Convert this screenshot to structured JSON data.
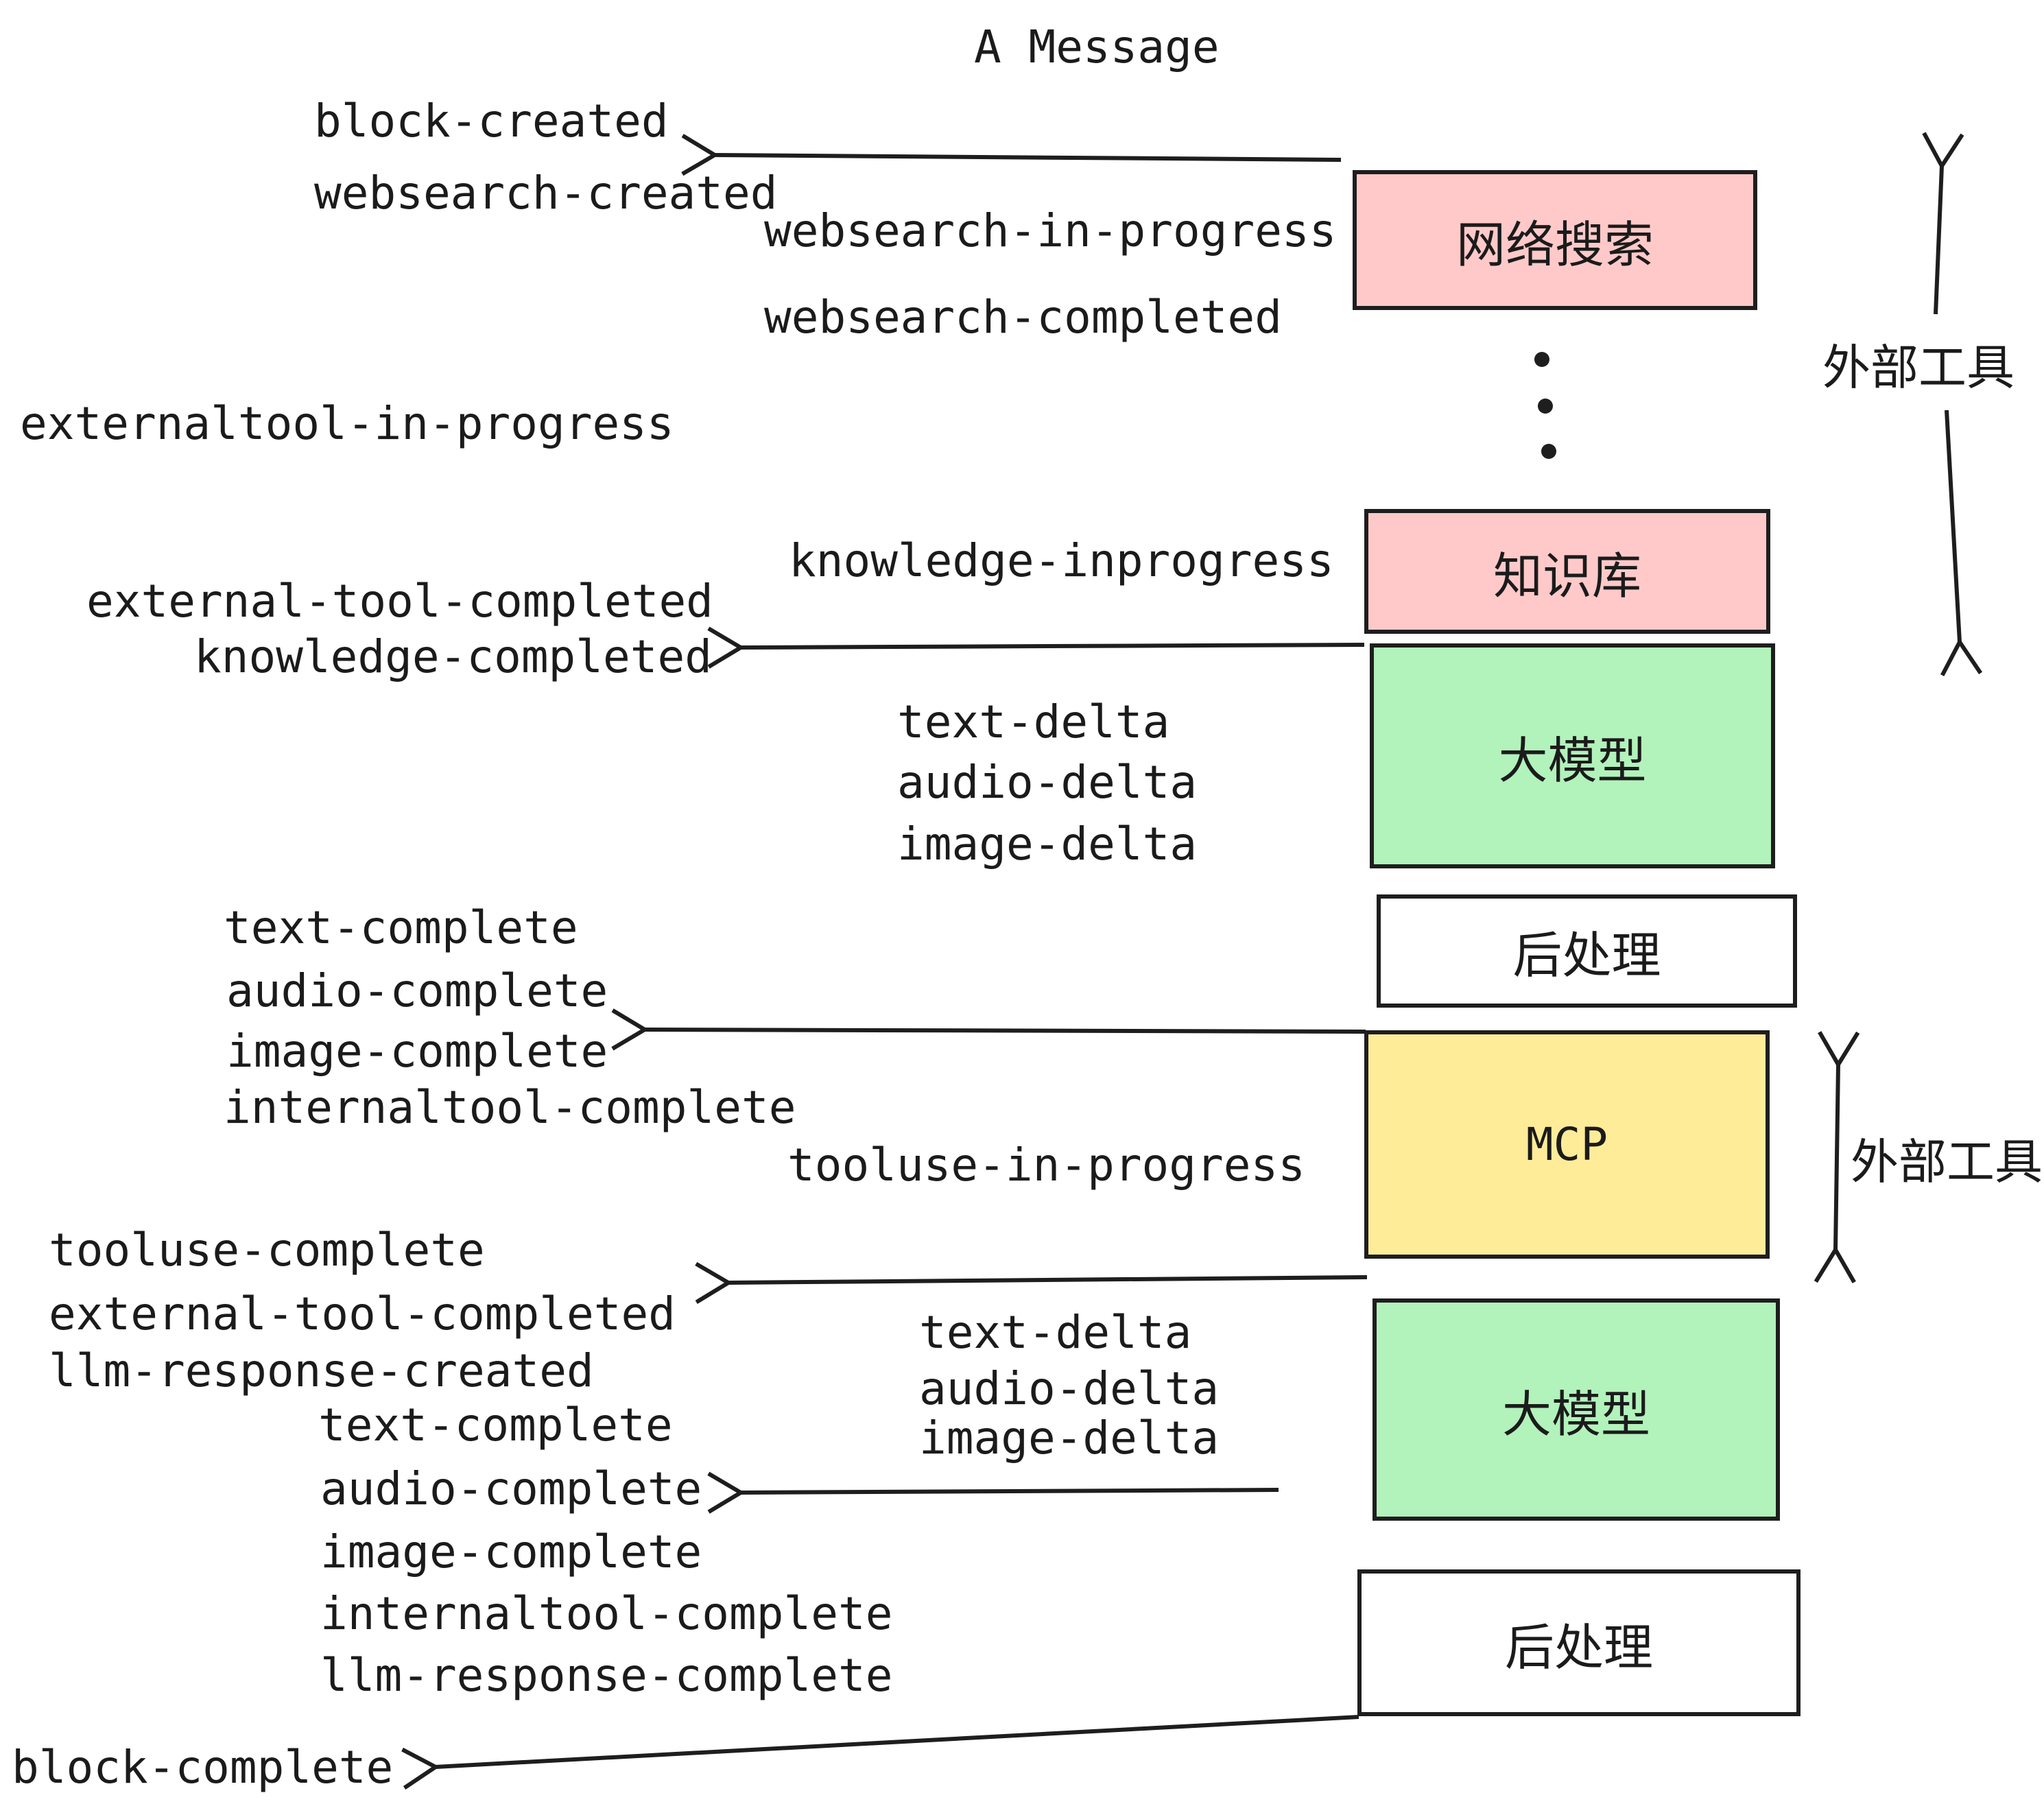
{
  "title": "A Message",
  "colors": {
    "pink": "#ffc9c9",
    "green": "#b2f2bb",
    "yellow": "#ffec99",
    "white": "#ffffff",
    "stroke": "#1e1e1e"
  },
  "boxes": {
    "websearch": "网络搜索",
    "knowledge": "知识库",
    "llm1": "大模型",
    "post1": "后处理",
    "mcp": "MCP",
    "llm2": "大模型",
    "post2": "后处理"
  },
  "side": {
    "external_tool_top": "外部工具",
    "external_tool_mid": "外部工具"
  },
  "events": {
    "block_created": "block-created",
    "websearch_created": "websearch-created",
    "websearch_in_progress": "websearch-in-progress",
    "websearch_completed": "websearch-completed",
    "externaltool_in_progress": "externaltool-in-progress",
    "knowledge_inprogress": "knowledge-inprogress",
    "external_tool_completed": "external-tool-completed",
    "knowledge_completed": "knowledge-completed",
    "text_delta": "text-delta",
    "audio_delta": "audio-delta",
    "image_delta": "image-delta",
    "text_complete": "text-complete",
    "audio_complete": "audio-complete",
    "image_complete": "image-complete",
    "internaltool_complete": "internaltool-complete",
    "tooluse_in_progress": "tooluse-in-progress",
    "tooluse_complete": "tooluse-complete",
    "external_tool_completed_2": "external-tool-completed",
    "llm_response_created": "llm-response-created",
    "text_complete_2": "text-complete",
    "text_delta_2": "text-delta",
    "audio_delta_2": "audio-delta",
    "image_delta_2": "image-delta",
    "audio_complete_2": "audio-complete",
    "image_complete_2": "image-complete",
    "internaltool_complete_2": "internaltool-complete",
    "llm_response_complete": "llm-response-complete",
    "block_complete": "block-complete"
  }
}
